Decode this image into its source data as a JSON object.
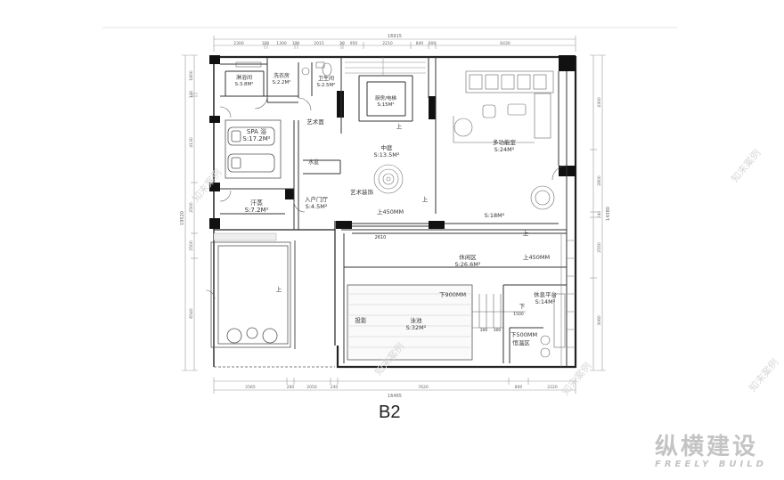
{
  "drawing_title": "B2",
  "brand": {
    "cn": "纵横建设",
    "en": "FREELY BUILD"
  },
  "watermark": "知末案例",
  "dims_top": [
    "2300",
    "120",
    "1300",
    "130",
    "2015",
    "20",
    "950",
    "2210",
    "840",
    "300",
    "6430"
  ],
  "dim_top_total": "16915",
  "dims_bottom": [
    "2565",
    "260",
    "2050",
    "240",
    "7620",
    "800",
    "2220"
  ],
  "dim_bottom_total": "16465",
  "dims_left": [
    "1800",
    "120",
    "4130",
    "2500",
    "2500",
    "6540"
  ],
  "dim_left_total": "19520",
  "dims_right": [
    "4300",
    "2800",
    "240",
    "2550",
    "3060"
  ],
  "dim_right_total": "14380",
  "rooms": {
    "shower": "淋浴间",
    "shower_area": "S:3.8M²",
    "laundry": "洗衣房",
    "laundry_area": "S:2.2M²",
    "toilet": "卫生间",
    "toilet_area": "S:2.5M²",
    "elevator": "厨房/电梯",
    "elevator_area": "S:15M²",
    "art_wall": "艺术面",
    "spa": "SPA 浴",
    "spa_area": "S:17.2M²",
    "courtyard": "中庭",
    "courtyard_area": "S:13.5M²",
    "media": "多功能室",
    "media_area": "S:24M²",
    "sauna": "汗蒸",
    "sauna_area": "S:7.2M²",
    "basin": "水盆",
    "entry": "入户门厅",
    "entry_area": "S:4.5M²",
    "art_feature": "艺术装饰",
    "raise_450": "上450MM",
    "corridor_area": "S:18M²",
    "lounge": "休闲区",
    "lounge_area": "S:26.6M²",
    "raise_450b": "上450MM",
    "down_900": "下900MM",
    "rest_platform": "休息平台",
    "rest_area": "S:14M²",
    "projection": "投影",
    "pool": "泳池",
    "pool_area": "S:32M²",
    "down_500": "下500MM",
    "constant_temp": "恒温区",
    "up": "上",
    "down": "下",
    "stair_w": "2610",
    "step_dims": [
      "300",
      "300",
      "1500"
    ]
  }
}
